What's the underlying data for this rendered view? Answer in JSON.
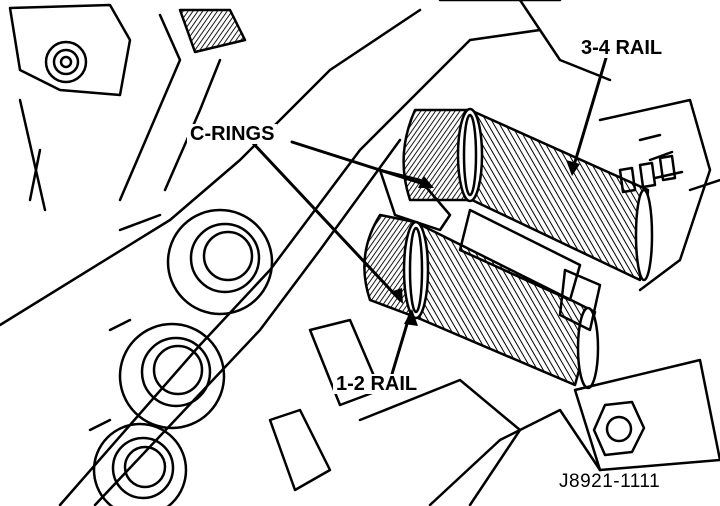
{
  "labels": {
    "rail_34": "3-4 RAIL",
    "c_rings": "C-RINGS",
    "rail_12": "1-2 RAIL",
    "figure_id": "J8921-1111"
  },
  "colors": {
    "ink": "#000000",
    "paper": "#ffffff"
  }
}
